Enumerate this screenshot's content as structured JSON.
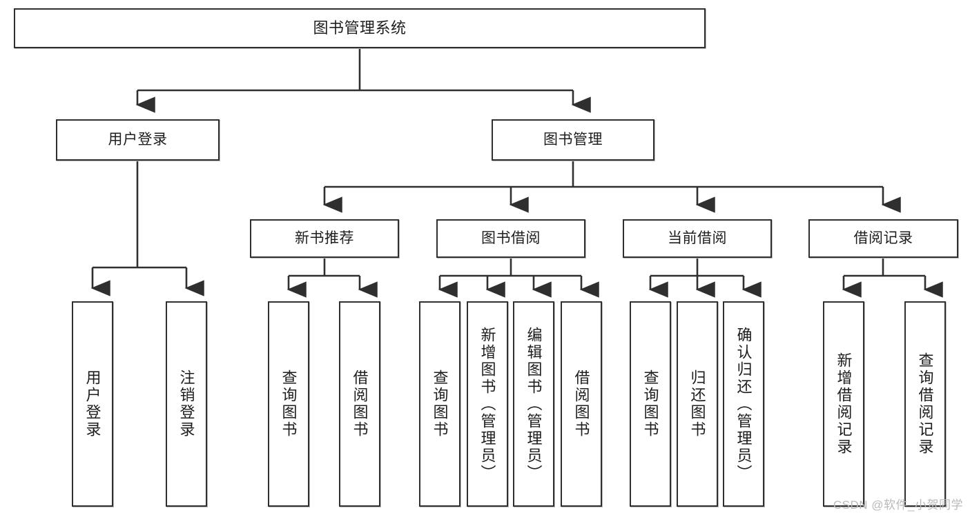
{
  "diagram": {
    "title": "图书管理系统",
    "type": "tree-hierarchy-chart",
    "root": {
      "label": "图书管理系统"
    },
    "level2": [
      {
        "label": "用户登录"
      },
      {
        "label": "图书管理"
      }
    ],
    "level3": [
      {
        "label": "新书推荐"
      },
      {
        "label": "图书借阅"
      },
      {
        "label": "当前借阅"
      },
      {
        "label": "借阅记录"
      }
    ],
    "leaves": {
      "user_login": [
        {
          "label": "用户登录"
        },
        {
          "label": "注销登录"
        }
      ],
      "new_book_recommend": [
        {
          "label": "查询图书"
        },
        {
          "label": "借阅图书"
        }
      ],
      "book_borrow": [
        {
          "label": "查询图书"
        },
        {
          "label": "新增图书（管理员）"
        },
        {
          "label": "编辑图书（管理员）"
        },
        {
          "label": "借阅图书"
        }
      ],
      "current_borrow": [
        {
          "label": "查询图书"
        },
        {
          "label": "归还图书"
        },
        {
          "label": "确认归还（管理员）"
        }
      ],
      "borrow_record": [
        {
          "label": "新增借阅记录"
        },
        {
          "label": "查询借阅记录"
        }
      ]
    }
  },
  "watermark": {
    "text": "CSDN @软件_小贺同学"
  },
  "colors": {
    "border": "#2f2f2f",
    "background": "#ffffff",
    "text": "#1d1d1d",
    "watermark": "#b9b9b9"
  }
}
